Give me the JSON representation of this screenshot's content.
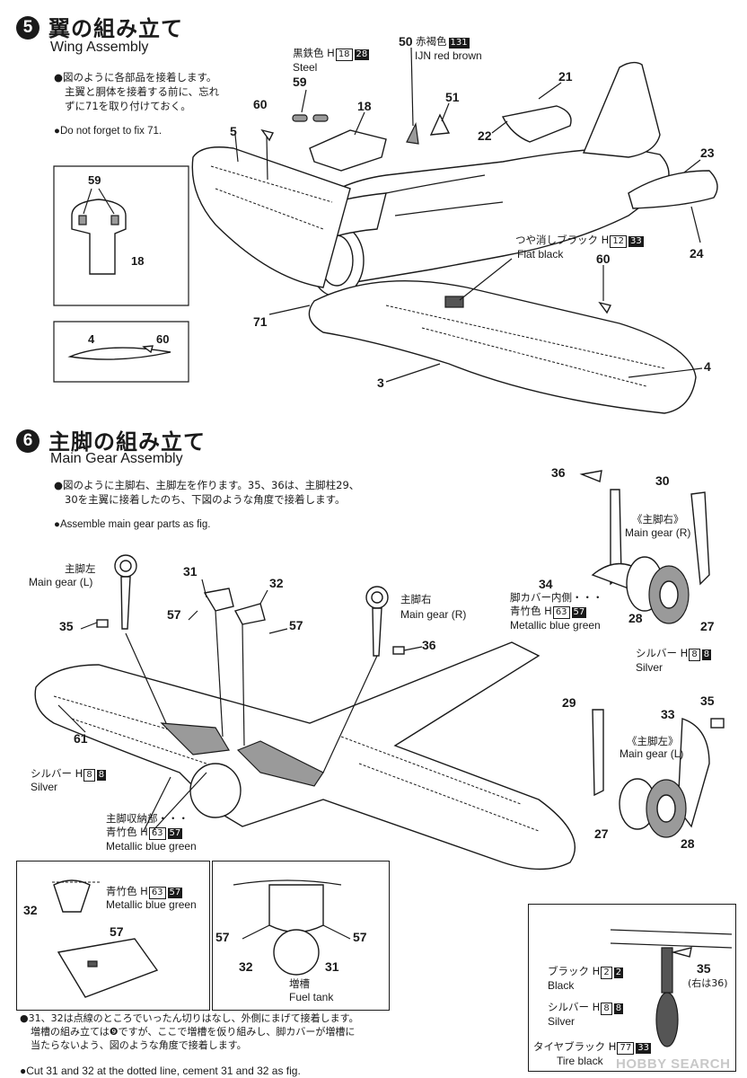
{
  "step5": {
    "number": "5",
    "title_jp": "翼の組み立て",
    "title_en": "Wing Assembly",
    "notes_jp": [
      "●図のように各部品を接着します。",
      "主翼と胴体を接着する前に、忘れ",
      "ずに71を取り付けておく。"
    ],
    "note_en": "●Do not forget to fix 71.",
    "paint_steel_jp": "黒鉄色 H",
    "paint_steel_h": "18",
    "paint_steel_n": "28",
    "paint_steel_en": "Steel",
    "paint_red_jp": "赤褐色",
    "paint_red_n": "131",
    "paint_red_en": "IJN red brown",
    "paint_flat_jp": "つや消しブラック H",
    "paint_flat_h": "12",
    "paint_flat_n": "33",
    "paint_flat_en": "Flat black",
    "parts": {
      "p50": "50",
      "p59": "59",
      "p18": "18",
      "p60": "60",
      "p5": "5",
      "p51": "51",
      "p21": "21",
      "p22": "22",
      "p23": "23",
      "p24": "24",
      "p71": "71",
      "p3": "3",
      "p4": "4",
      "p60b": "60"
    },
    "detail1": {
      "p59": "59",
      "p18": "18"
    },
    "detail2": {
      "p4": "4",
      "p60": "60"
    }
  },
  "step6": {
    "number": "6",
    "title_jp": "主脚の組み立て",
    "title_en": "Main Gear Assembly",
    "notes_jp": [
      "●図のように主脚右、主脚左を作ります。35、36は、主脚柱29、",
      "30を主翼に接着したのち、下図のような角度で接着します。"
    ],
    "note_en": "●Assemble main gear parts as fig.",
    "gear_l_jp": "主脚左",
    "gear_l_en": "Main gear (L)",
    "gear_r_jp": "主脚右",
    "gear_r_en": "Main gear (R)",
    "silver1_jp": "シルバー H",
    "silver1_h": "8",
    "silver1_n": "8",
    "silver1_en": "Silver",
    "bay_jp": "主脚収納部・・・",
    "bay_paint_jp": "青竹色 H",
    "bay_h": "63",
    "bay_n": "57",
    "bay_en": "Metallic blue green",
    "parts": {
      "p31": "31",
      "p32": "32",
      "p57a": "57",
      "p57b": "57",
      "p35": "35",
      "p36": "36",
      "p61": "61"
    },
    "right_gear": {
      "title_jp": "《主脚右》",
      "title_en": "Main gear (R)",
      "p36": "36",
      "p30": "30",
      "p34": "34",
      "p28": "28",
      "p27": "27",
      "cover_jp": "脚カバー内側・・・",
      "cover_paint_jp": "青竹色 H",
      "cover_h": "63",
      "cover_n": "57",
      "cover_en": "Metallic blue green",
      "silver_jp": "シルバー H",
      "silver_h": "8",
      "silver_n": "8",
      "silver_en": "Silver"
    },
    "left_gear": {
      "title_jp": "《主脚左》",
      "title_en": "Main gear (L)",
      "p29": "29",
      "p35": "35",
      "p33": "33",
      "p27": "27",
      "p28": "28"
    },
    "inset1": {
      "paint_jp": "青竹色 H",
      "h": "63",
      "n": "57",
      "en": "Metallic blue green",
      "p32": "32",
      "p57": "57"
    },
    "inset2": {
      "p57a": "57",
      "p57b": "57",
      "p32": "32",
      "p31": "31",
      "tank_jp": "増槽",
      "tank_en": "Fuel tank"
    },
    "inset3": {
      "black_jp": "ブラック H",
      "black_h": "2",
      "black_n": "2",
      "black_en": "Black",
      "silver_jp": "シルバー H",
      "silver_h": "8",
      "silver_n": "8",
      "silver_en": "Silver",
      "tire_jp": "タイヤブラック H",
      "tire_h": "77",
      "tire_n": "33",
      "tire_en": "Tire black",
      "p35": "35",
      "p35_note": "(右は36)"
    },
    "bottom_notes_jp": [
      "●31、32は点線のところでいったん切りはなし、外側にまげて接着します。",
      "増槽の組み立ては❾ですが、ここで増槽を仮り組みし、脚カバーが増槽に",
      "当たらないよう、図のような角度で接着します。"
    ],
    "bottom_note_en": "●Cut 31 and 32 at the dotted line, cement 31 and 32 as fig."
  },
  "watermark": "HOBBY SEARCH"
}
